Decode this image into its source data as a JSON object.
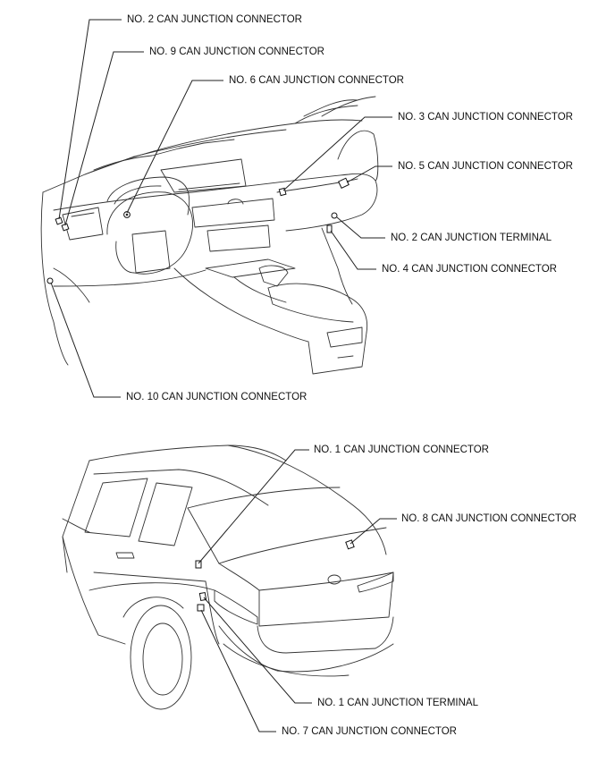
{
  "labels": {
    "no2_connector": "NO. 2 CAN JUNCTION CONNECTOR",
    "no9_connector": "NO. 9 CAN JUNCTION CONNECTOR",
    "no6_connector": "NO. 6 CAN JUNCTION CONNECTOR",
    "no3_connector": "NO. 3 CAN JUNCTION CONNECTOR",
    "no5_connector": "NO. 5 CAN JUNCTION CONNECTOR",
    "no2_terminal": "NO. 2 CAN JUNCTION TERMINAL",
    "no4_connector": "NO. 4 CAN JUNCTION CONNECTOR",
    "no10_connector": "NO. 10 CAN JUNCTION CONNECTOR",
    "no1_connector": "NO. 1 CAN JUNCTION CONNECTOR",
    "no8_connector": "NO. 8 CAN JUNCTION CONNECTOR",
    "no1_terminal": "NO. 1 CAN JUNCTION TERMINAL",
    "no7_connector": "NO. 7 CAN JUNCTION CONNECTOR"
  }
}
